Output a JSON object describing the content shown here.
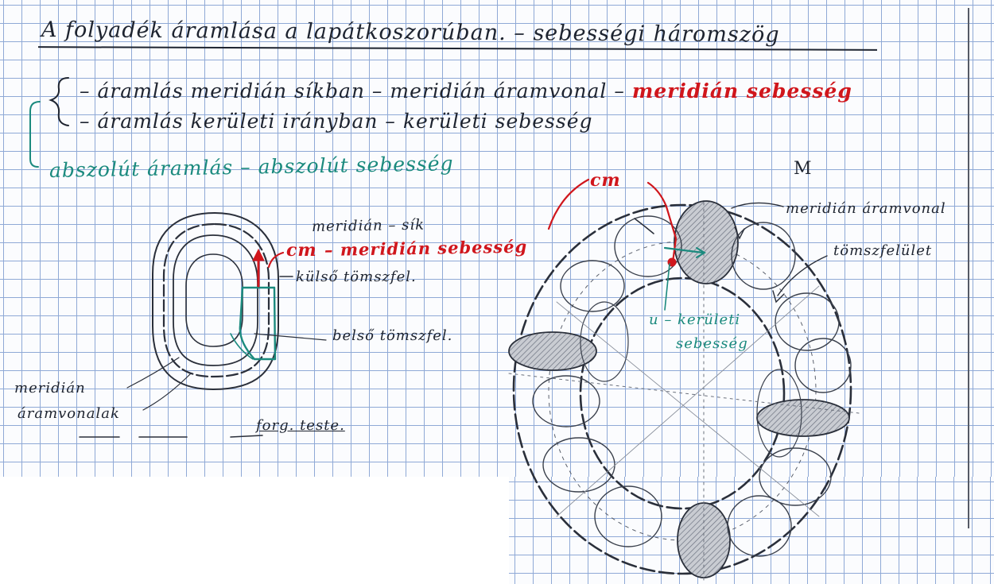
{
  "document": {
    "title": "A folyadék áramlása a lapátkoszorúban. – sebességi háromszög",
    "lines": [
      {
        "parts": [
          {
            "text": "– áramlás meridián síkban – meridián áramvonal – ",
            "color": "ink"
          },
          {
            "text": "meridián sebesség",
            "color": "red"
          }
        ]
      },
      {
        "parts": [
          {
            "text": "– áramlás kerületi irányban – kerületi sebesség",
            "color": "ink"
          }
        ]
      },
      {
        "parts": [
          {
            "text": "abszolút áramlás – abszolút sebesség",
            "color": "teal"
          }
        ]
      }
    ]
  },
  "left_sketch": {
    "label_meridian_plane": "meridián – sík",
    "label_cm": "cm",
    "label_cm_desc": "– meridián sebesség",
    "label_outer_surface": "külső tömszfel.",
    "label_inner_surface": "belső tömszfel.",
    "label_meridian_lines_1": "meridián",
    "label_meridian_lines_2": "áramvonalak",
    "label_body": "forg. teste."
  },
  "right_sketch": {
    "label_M": "M",
    "label_cm": "cm",
    "label_meridian_line": "meridián áramvonal",
    "label_surface": "tömszfelület",
    "label_u": "u – kerületi",
    "label_u2": "sebesség"
  },
  "colors": {
    "ink": "#1e2430",
    "red": "#d0161c",
    "teal": "#1b8a7e",
    "grid": "#8fa9d6"
  }
}
